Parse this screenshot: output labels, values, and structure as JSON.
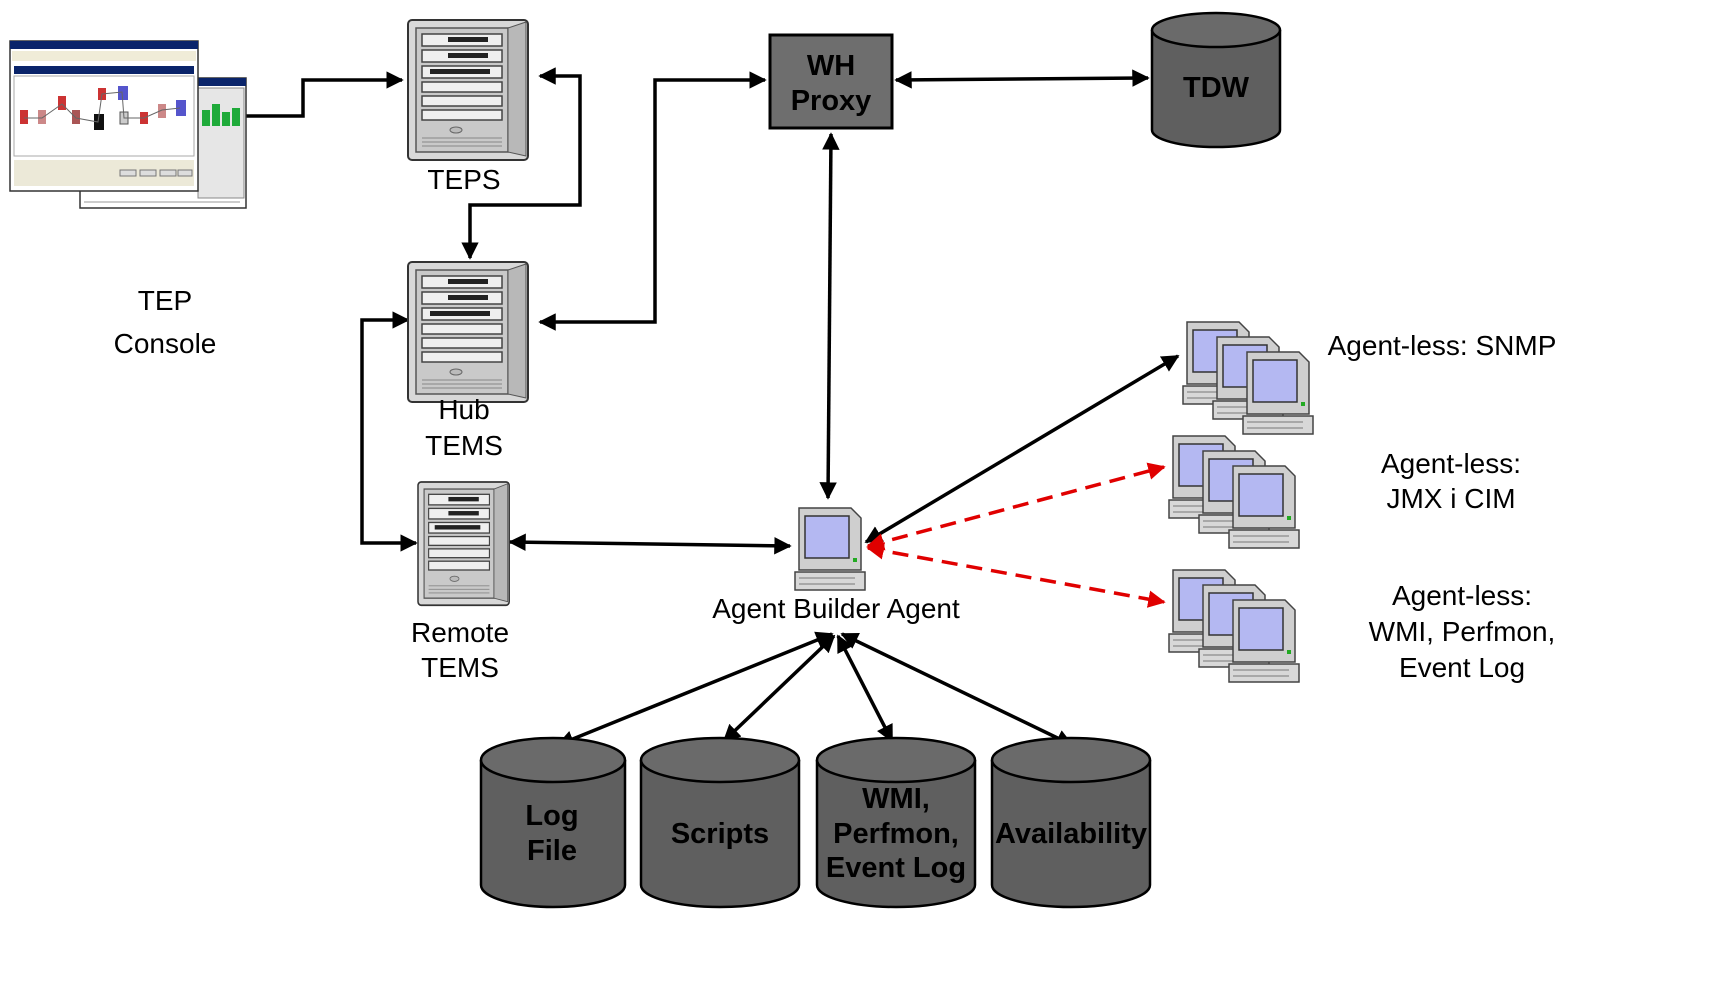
{
  "nodes": {
    "tep_console": {
      "label_line1": "TEP",
      "label_line2": "Console"
    },
    "teps": {
      "label": "TEPS"
    },
    "hub_tems": {
      "label_line1": "Hub",
      "label_line2": "TEMS"
    },
    "remote_tems": {
      "label_line1": "Remote",
      "label_line2": "TEMS"
    },
    "wh_proxy": {
      "label_line1": "WH",
      "label_line2": "Proxy"
    },
    "tdw": {
      "label": "TDW"
    },
    "agent_builder_agent": {
      "label": "Agent Builder Agent"
    },
    "agentless_snmp": {
      "label": "Agent-less: SNMP"
    },
    "agentless_jmx_cim": {
      "label_line1": "Agent-less:",
      "label_line2": "JMX i CIM"
    },
    "agentless_wmi": {
      "label_line1": "Agent-less:",
      "label_line2": "WMI, Perfmon,",
      "label_line3": "Event Log"
    }
  },
  "data_sources": [
    {
      "lines": [
        "Log",
        "File"
      ]
    },
    {
      "lines": [
        "Scripts"
      ]
    },
    {
      "lines": [
        "WMI,",
        "Perfmon,",
        "Event Log"
      ]
    },
    {
      "lines": [
        "Availability"
      ]
    }
  ],
  "colors": {
    "cylinder": "#5f5f5f",
    "wh_proxy_box": "#6e6e6e",
    "monitor_screen": "#b4b8f2",
    "dashed_link": "#e00000",
    "solid_link": "#000000"
  },
  "icons": {
    "console": "console-screenshot-icon",
    "server": "server-tower-icon",
    "agent": "desktop-computer-icon",
    "agentless": "computer-group-icon",
    "database": "database-cylinder-icon"
  }
}
